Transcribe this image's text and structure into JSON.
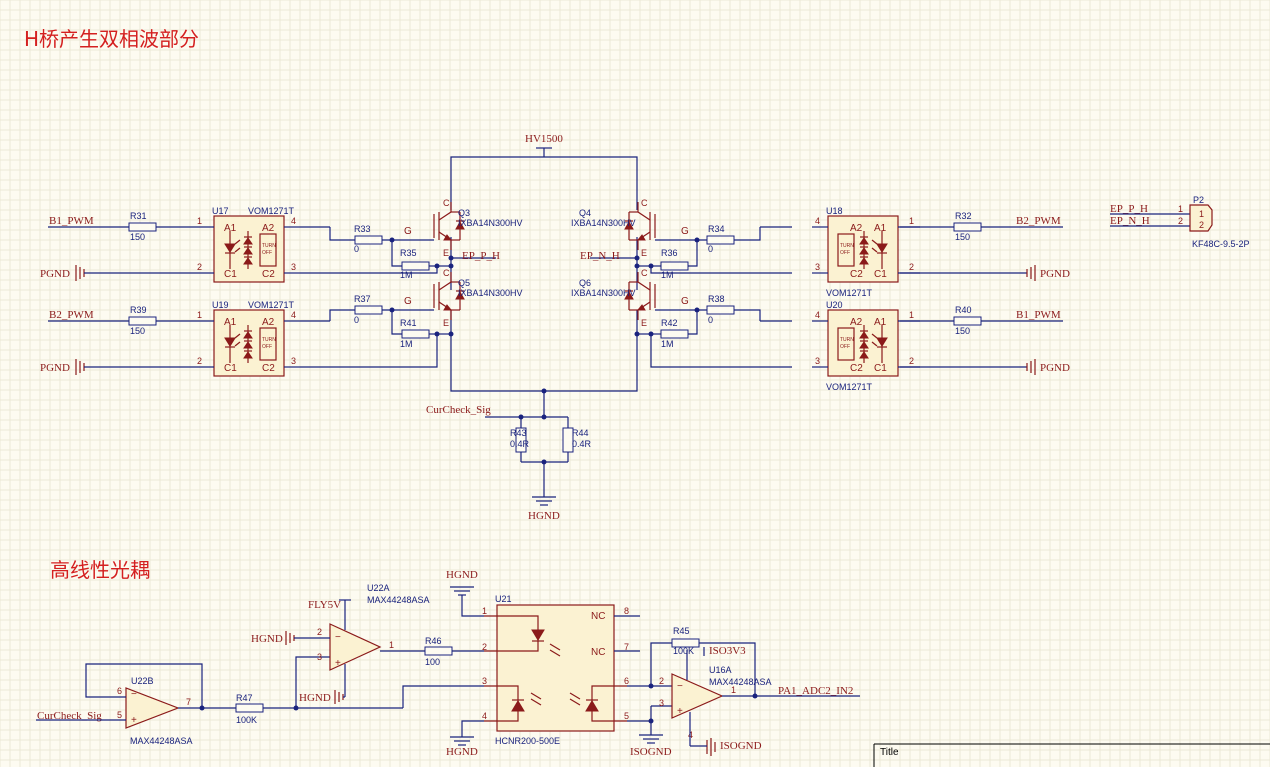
{
  "sections": {
    "hbridge_title": "H桥产生双相波部分",
    "linear_title": "高线性光耦"
  },
  "title_block": {
    "label": "Title"
  },
  "nets": {
    "b1_pwm": "B1_PWM",
    "b2_pwm": "B2_PWM",
    "pgnd": "PGND",
    "pgnd_r": "PGND",
    "hv1500": "HV1500",
    "ep_p_h": "EP_P_H",
    "ep_n_h": "EP_N_H",
    "curcheck_sig": "CurCheck_Sig",
    "hgnd": "HGND",
    "fly5v": "FLY5V",
    "iso3v3": "ISO3V3",
    "isognd": "ISOGND",
    "pa1_adc": "PA1_ADC2_IN2"
  },
  "resistors": {
    "r31": {
      "ref": "R31",
      "val": "150"
    },
    "r39": {
      "ref": "R39",
      "val": "150"
    },
    "r32": {
      "ref": "R32",
      "val": "150"
    },
    "r40": {
      "ref": "R40",
      "val": "150"
    },
    "r33": {
      "ref": "R33",
      "val": "0"
    },
    "r37": {
      "ref": "R37",
      "val": "0"
    },
    "r34": {
      "ref": "R34",
      "val": "0"
    },
    "r38": {
      "ref": "R38",
      "val": "0"
    },
    "r35": {
      "ref": "R35",
      "val": "1M"
    },
    "r41": {
      "ref": "R41",
      "val": "1M"
    },
    "r36": {
      "ref": "R36",
      "val": "1M"
    },
    "r42": {
      "ref": "R42",
      "val": "1M"
    },
    "r43": {
      "ref": "R43",
      "val": "0.4R"
    },
    "r44": {
      "ref": "R44",
      "val": "0.4R"
    },
    "r45": {
      "ref": "R45",
      "val": "100K"
    },
    "r46": {
      "ref": "R46",
      "val": "100"
    },
    "r47": {
      "ref": "R47",
      "val": "100K"
    }
  },
  "optos": {
    "u17": {
      "ref": "U17",
      "part": "VOM1271T"
    },
    "u19": {
      "ref": "U19",
      "part": "VOM1271T"
    },
    "u18": {
      "ref": "U18",
      "part": "VOM1271T"
    },
    "u20": {
      "ref": "U20",
      "part": "VOM1271T"
    },
    "pins": {
      "a1": "A1",
      "a2": "A2",
      "c1": "C1",
      "c2": "C2"
    },
    "turn_off_1": "TURN",
    "turn_off_2": "OFF"
  },
  "igbts": {
    "q3": {
      "ref": "Q3",
      "part": "IXBA14N300HV"
    },
    "q4": {
      "ref": "Q4",
      "part": "IXBA14N300HV"
    },
    "q5": {
      "ref": "Q5",
      "part": "IXBA14N300HV"
    },
    "q6": {
      "ref": "Q6",
      "part": "IXBA14N300HV"
    },
    "pin_g": "G",
    "pin_c": "C",
    "pin_e": "E"
  },
  "connector": {
    "ref": "P2",
    "part": "KF48C-9.5-2P",
    "pin1": "1",
    "pin2": "2"
  },
  "opamps": {
    "u22a": {
      "ref": "U22A",
      "part": "MAX44248ASA"
    },
    "u22b": {
      "ref": "U22B",
      "part": "MAX44248ASA"
    },
    "u16a": {
      "ref": "U16A",
      "part": "MAX44248ASA"
    }
  },
  "hcnr": {
    "ref": "U21",
    "part": "HCNR200-500E",
    "nc": "NC"
  },
  "pin_numbers": {
    "p1": "1",
    "p2": "2",
    "p3": "3",
    "p4": "4",
    "p5": "5",
    "p6": "6",
    "p7": "7",
    "p8": "8"
  }
}
